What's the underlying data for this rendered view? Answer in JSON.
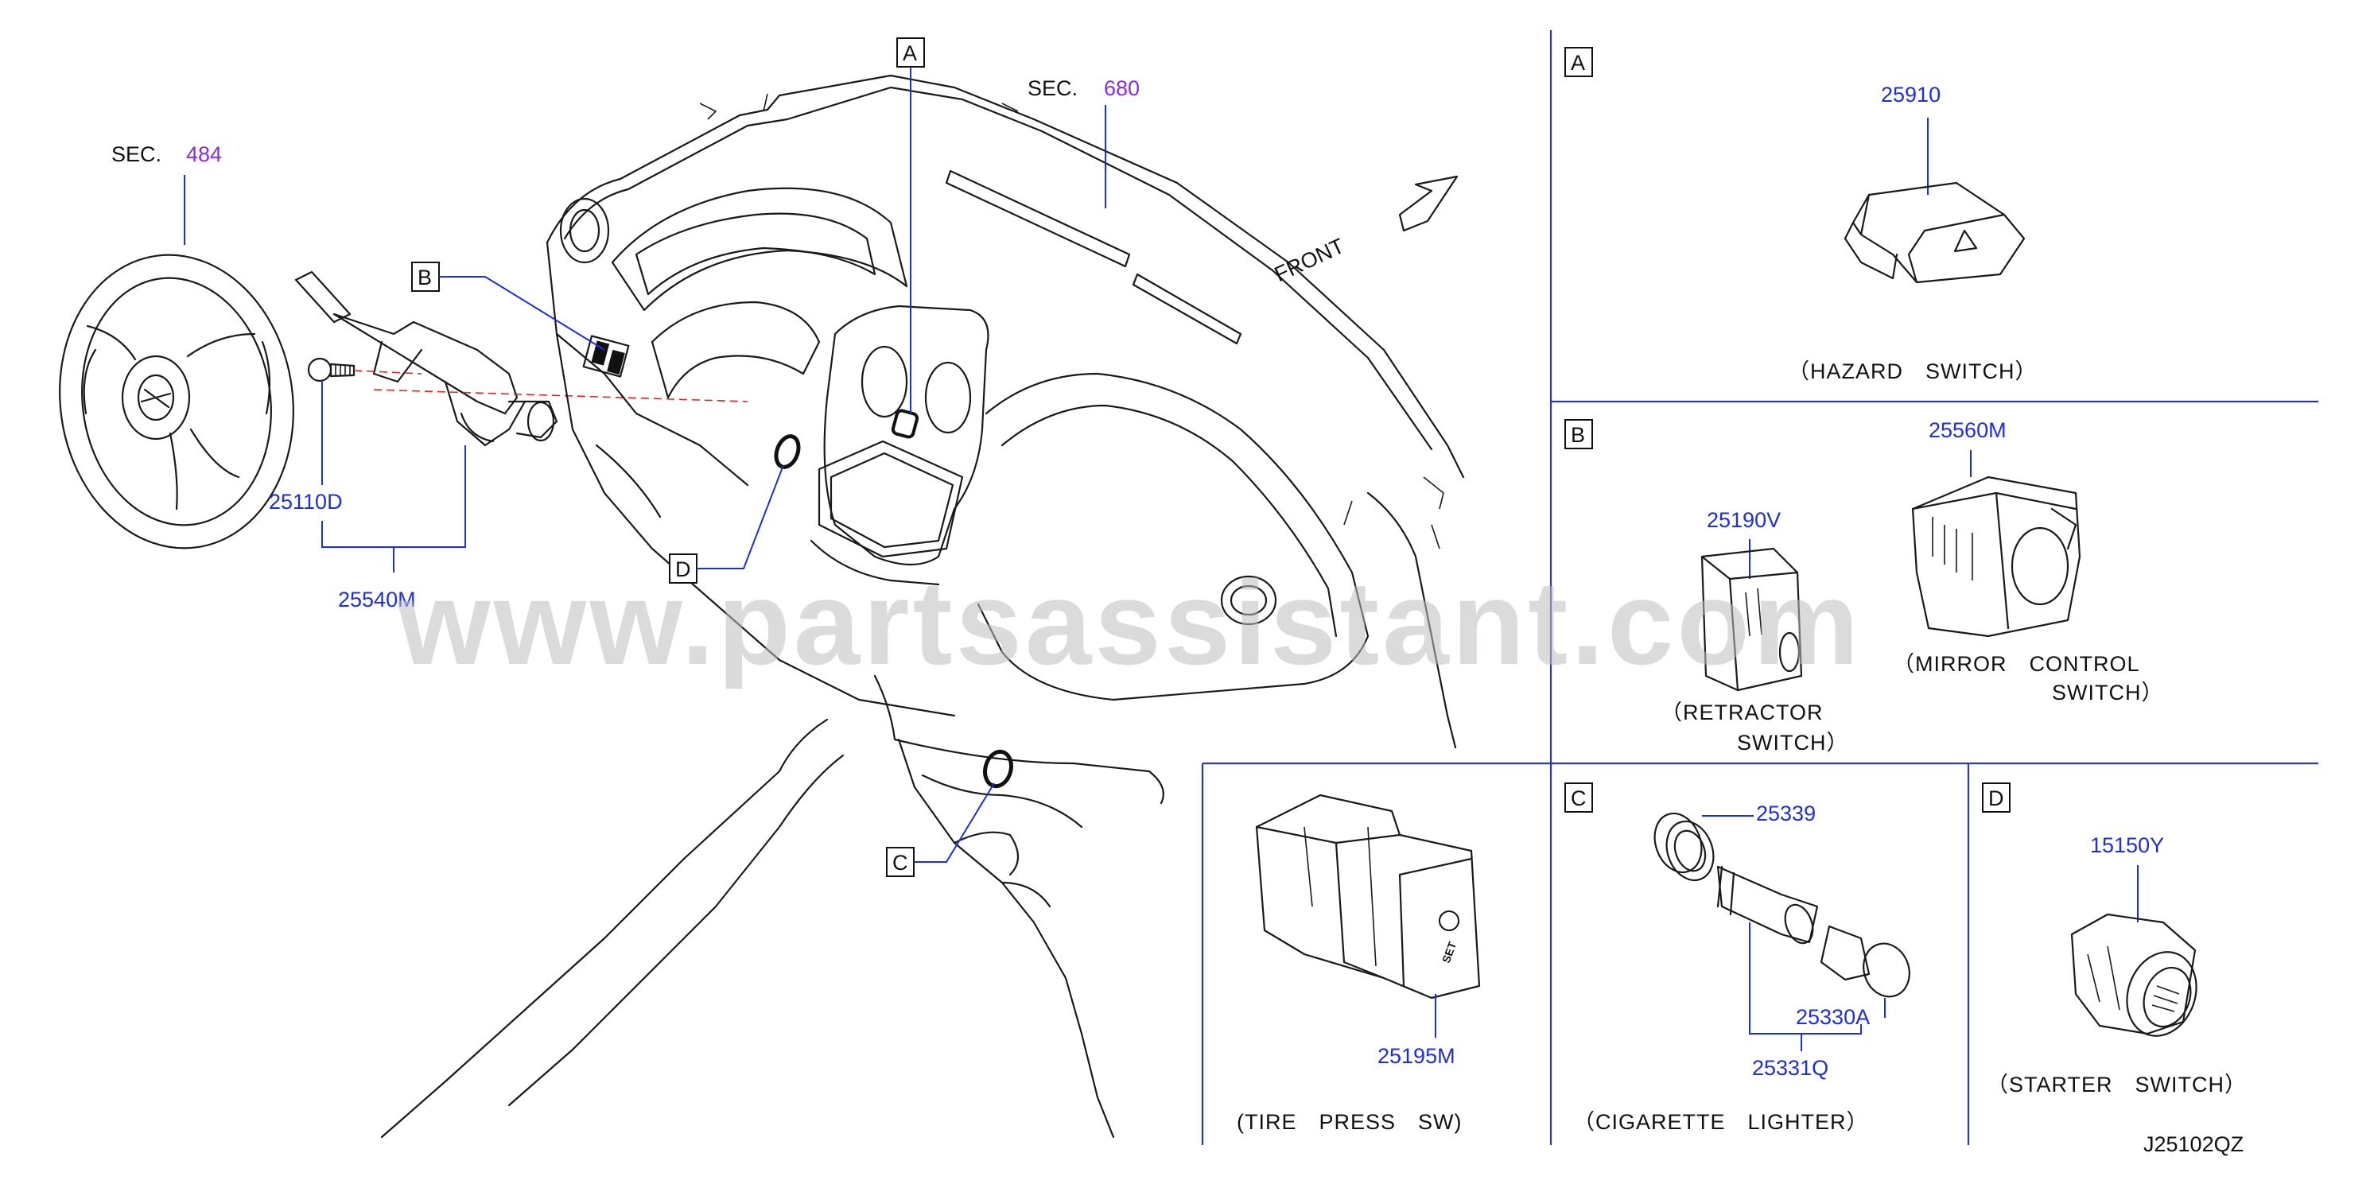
{
  "sections": {
    "sec484": {
      "prefix": "SEC.",
      "number": "484"
    },
    "sec680": {
      "prefix": "SEC.",
      "number": "680"
    }
  },
  "front_label": "FRONT",
  "callouts": {
    "A": "A",
    "B": "B",
    "C": "C",
    "D": "D"
  },
  "parts": {
    "p25110D": "25110D",
    "p25540M": "25540M",
    "p25910": "25910",
    "p25560M": "25560M",
    "p25190V": "25190V",
    "p25195M": "25195M",
    "p25339": "25339",
    "p25330A": "25330A",
    "p25331Q": "25331Q",
    "p15150Y": "15150Y"
  },
  "captions": {
    "hazard": "（HAZARD　SWITCH）",
    "retractor_1": "（RETRACTOR",
    "retractor_2": "SWITCH）",
    "mirror_1": "（MIRROR　CONTROL",
    "mirror_2": "SWITCH）",
    "tire": "(TIRE　PRESS　SW)",
    "cigarette": "（CIGARETTE　LIGHTER）",
    "starter": "（STARTER　SWITCH）"
  },
  "set_icon_text": "SET",
  "diagram_code": "J25102QZ",
  "watermark": "www.partsassistant.com",
  "colors": {
    "part_number": "#1f2fd6",
    "section_ref": "#8a2be2",
    "divider": "#2a3aa8",
    "line": "#1a1a1a"
  }
}
